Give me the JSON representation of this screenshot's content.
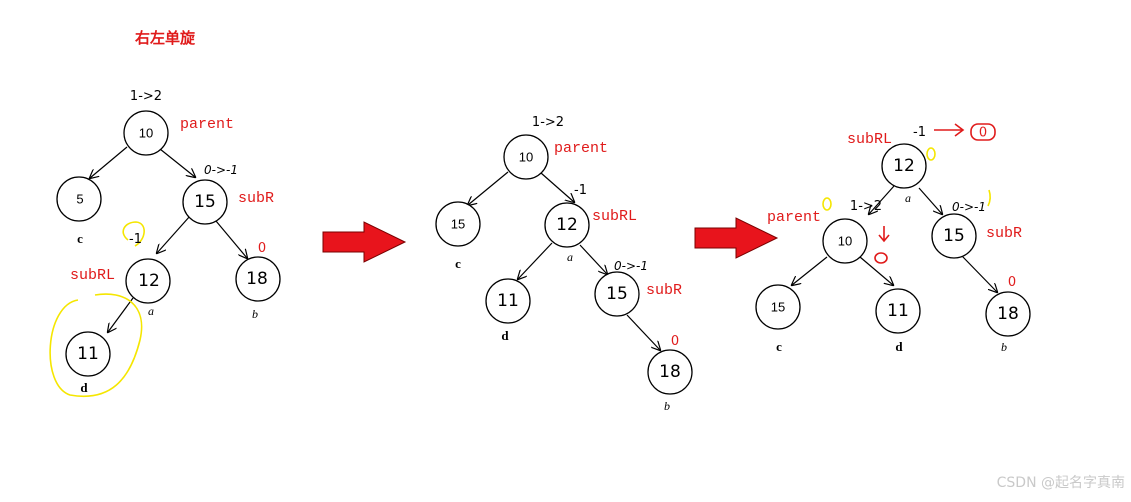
{
  "title": "右左单旋",
  "watermark": "CSDN @起名字真南",
  "labels": {
    "parent": "parent",
    "subR": "subR",
    "subRL": "subRL",
    "c": "c",
    "d": "d",
    "a": "a",
    "b": "b"
  },
  "bf": {
    "p1": "1->2",
    "p2": "1->2",
    "r1": "0->-1",
    "r2a": "-1",
    "r2b": "0->-1",
    "rl1": "-1",
    "p3": "1->2",
    "r3": "0->-1",
    "rl3": "-1",
    "rl3new": "0",
    "zero": "0"
  },
  "diagram1": {
    "n10": "10",
    "n5": "5",
    "n15": "15",
    "n12": "12",
    "n18": "18",
    "n11": "11"
  },
  "diagram2": {
    "n10": "10",
    "n15c": "15",
    "n12": "12",
    "n11": "11",
    "n15": "15",
    "n18": "18"
  },
  "diagram3": {
    "n12": "12",
    "n10": "10",
    "n15r": "15",
    "n15c": "15",
    "n11": "11",
    "n18": "18"
  },
  "colors": {
    "arrow": "#e8141c",
    "annotation": "#e01b1b",
    "highlight": "#f5e600"
  }
}
